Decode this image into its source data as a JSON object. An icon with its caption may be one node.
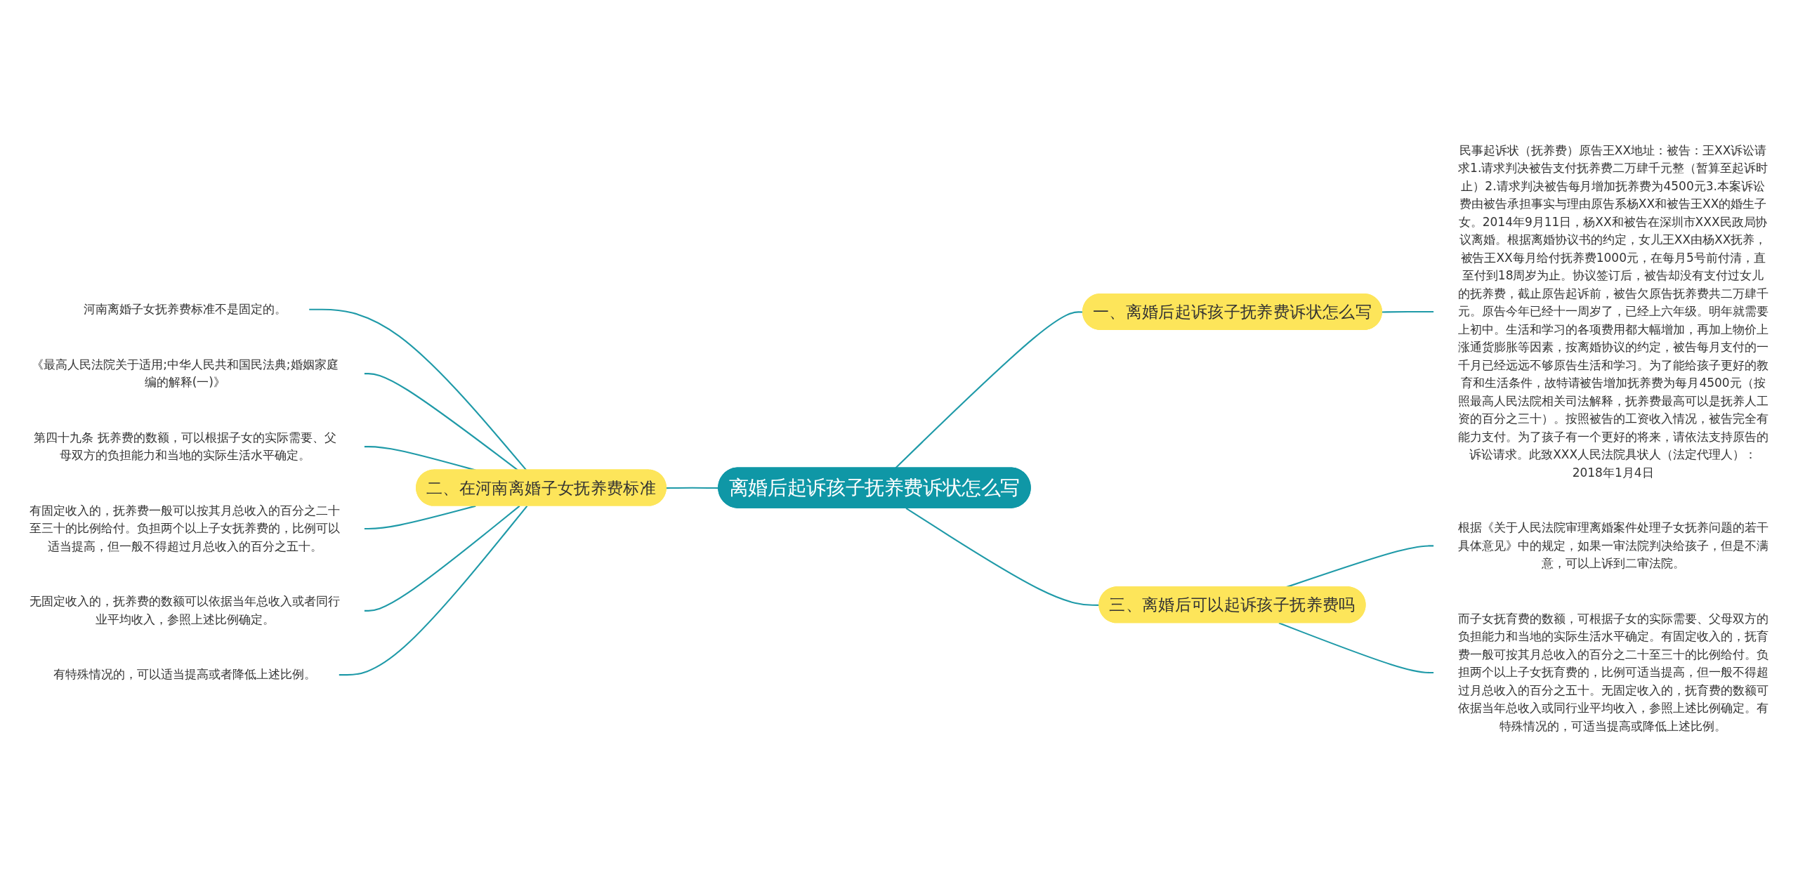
{
  "diagram": {
    "nodes": [
      {
        "text": [
          "离婚后起诉孩子抚养费诉状怎么写"
        ]
      },
      {
        "text": [
          "一、离婚后起诉孩子抚养费诉状怎么写"
        ]
      },
      {
        "text": [
          "民事起诉状（抚养费）原告王XX地址：被告：王XX诉讼请求1.请求判决被告支付抚养费二万肆千元整（暂算至起诉时止）2.请求判决被告每月增加抚养费为4500元3.本案诉讼费由被告承担事实与理由原告系杨XX和被告王XX的婚生子女。2014年9月11日，杨XX和被告在深圳市XXX民政局协议离婚。根据离婚协议书的约定，女儿王XX由杨XX抚养，被告王XX每月给付抚养费1000元，在每月5号前付清，直至付到18周岁为止。协议签订后，被告却没有支付过女儿的抚养费，截止原告起诉前，被告欠原告抚养费共二万肆千元。原告今年已经十一周岁了，已经上六年级。明年就需要上初中。生活和学习的各项费用都大幅增加，再加上物价上涨通货膨胀等因素，按离婚协议的约定，被告每月支付的一千月已经远远不够原告生活和学习。为了能给孩子更好的教育和生活条件，故特请被告增加抚养费为每月4500元（按照最高人民法院相关司法解释，抚养费最高可以是抚养人工资的百分之三十）。按照被告的工资收入情况，被告完全有能力支付。为了孩子有一个更好的将来，请依法支持原告的诉讼请求。此致XXX人民法院具状人（法定代理人）：2018年1月4日"
        ]
      },
      {
        "text": [
          "二、在河南离婚子女抚养费标准"
        ]
      },
      {
        "text": [
          "河南离婚子女抚养费标准不是固定的。"
        ]
      },
      {
        "text": [
          "《最高人民法院关于适用;中华人民共和国民法典;婚姻家庭编的解释(一)》"
        ]
      },
      {
        "text": [
          "第四十九条 抚养费的数额，可以根据子女的实际需要、父母双方的负担能力和当地的实际生活水平确定。"
        ]
      },
      {
        "text": [
          "有固定收入的，抚养费一般可以按其月总收入的百分之二十至三十的比例给付。负担两个以上子女抚养费的，比例可以适当提高，但一般不得超过月总收入的百分之五十。"
        ]
      },
      {
        "text": [
          "无固定收入的，抚养费的数额可以依据当年总收入或者同行业平均收入，参照上述比例确定。"
        ]
      },
      {
        "text": [
          "有特殊情况的，可以适当提高或者降低上述比例。"
        ]
      },
      {
        "text": [
          "三、离婚后可以起诉孩子抚养费吗"
        ]
      },
      {
        "text": [
          "根据《关于人民法院审理离婚案件处理子女抚养问题的若干具体意见》中的规定，如果一审法院判决给孩子，但是不满意，可以上诉到二审法院。"
        ]
      },
      {
        "text": [
          "而子女抚育费的数额，可根据子女的实际需要、父母双方的负担能力和当地的实际生活水平确定。有固定收入的，抚育费一般可按其月总收入的百分之二十至三十的比例给付。负担两个以上子女抚育费的，比例可适当提高，但一般不得超过月总收入的百分之五十。无固定收入的，抚育费的数额可依据当年总收入或同行业平均收入，参照上述比例确定。有特殊情况的，可适当提高或降低上述比例。"
        ]
      }
    ],
    "edges": [
      {
        "from": 0,
        "to": 1,
        "arrow": "none"
      },
      {
        "from": 1,
        "to": 2,
        "arrow": "none"
      },
      {
        "from": 3,
        "to": 0,
        "arrow": "none"
      },
      {
        "from": 4,
        "to": 3,
        "arrow": "none"
      },
      {
        "from": 5,
        "to": 3,
        "arrow": "none"
      },
      {
        "from": 6,
        "to": 3,
        "arrow": "none"
      },
      {
        "from": 7,
        "to": 3,
        "arrow": "none"
      },
      {
        "from": 8,
        "to": 3,
        "arrow": "none"
      },
      {
        "from": 9,
        "to": 3,
        "arrow": "none"
      },
      {
        "from": 0,
        "to": 10,
        "arrow": "none"
      },
      {
        "from": 10,
        "to": 11,
        "arrow": "none"
      },
      {
        "from": 10,
        "to": 12,
        "arrow": "none"
      }
    ]
  }
}
